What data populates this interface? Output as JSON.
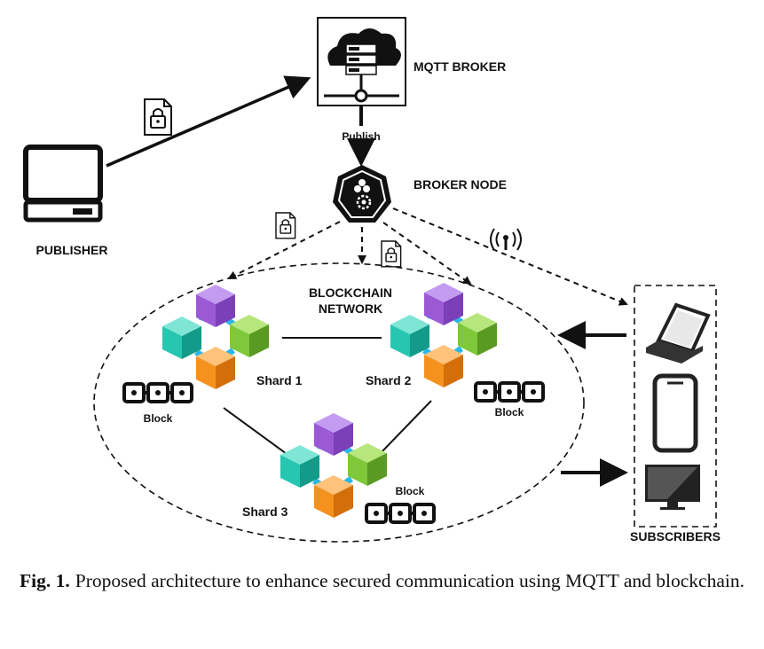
{
  "labels": {
    "mqtt_broker": "MQTT BROKER",
    "publish": "Publish",
    "broker_node": "BROKER NODE",
    "publisher": "PUBLISHER",
    "blockchain_line1": "BLOCKCHAIN",
    "blockchain_line2": "NETWORK",
    "shard1": "Shard 1",
    "shard2": "Shard 2",
    "shard3": "Shard 3",
    "block1": "Block",
    "block2": "Block",
    "block3": "Block",
    "subscribers": "SUBSCRIBERS"
  },
  "caption": {
    "label": "Fig. 1.",
    "text": "Proposed architecture to enhance secured communication using MQTT and blockchain."
  },
  "colors": {
    "cube_purple": "#9b59d6",
    "cube_teal": "#26c6b0",
    "cube_green": "#7ec83a",
    "cube_orange": "#f5921e",
    "connector": "#29b6e8",
    "line": "#111111"
  }
}
